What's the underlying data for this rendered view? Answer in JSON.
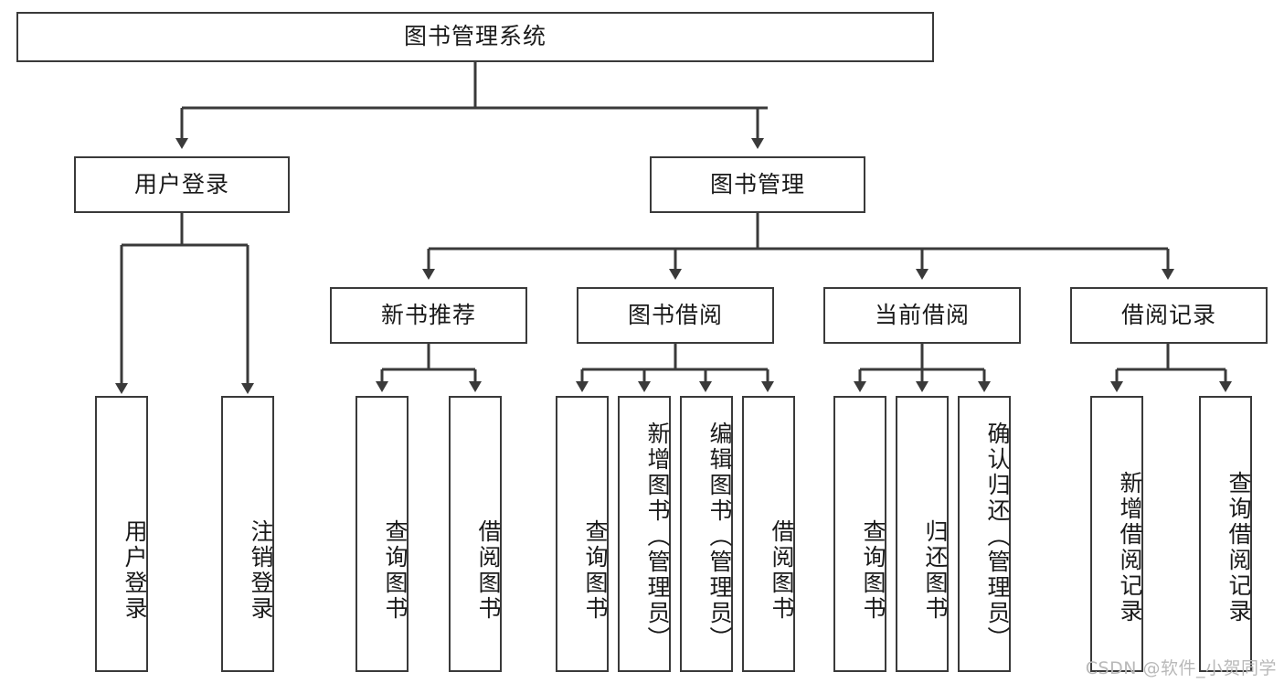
{
  "diagram": {
    "title": "图书管理系统",
    "type": "tree-hierarchy",
    "root": {
      "id": "root",
      "label": "图书管理系统"
    },
    "level2": [
      {
        "id": "user-login",
        "label": "用户登录"
      },
      {
        "id": "book-manage",
        "label": "图书管理"
      }
    ],
    "level3": [
      {
        "id": "new-book-rec",
        "label": "新书推荐",
        "parent": "book-manage"
      },
      {
        "id": "book-borrow",
        "label": "图书借阅",
        "parent": "book-manage"
      },
      {
        "id": "current-borrow",
        "label": "当前借阅",
        "parent": "book-manage"
      },
      {
        "id": "borrow-record",
        "label": "借阅记录",
        "parent": "book-manage"
      }
    ],
    "leaves": [
      {
        "id": "leaf-user-login",
        "label": "用户登录",
        "parent": "user-login"
      },
      {
        "id": "leaf-logout-login",
        "label": "注销登录",
        "parent": "user-login"
      },
      {
        "id": "leaf-query-book-1",
        "label": "查询图书",
        "parent": "new-book-rec"
      },
      {
        "id": "leaf-borrow-book-1",
        "label": "借阅图书",
        "parent": "new-book-rec"
      },
      {
        "id": "leaf-query-book-2",
        "label": "查询图书",
        "parent": "book-borrow"
      },
      {
        "id": "leaf-add-book",
        "label": "新增图书（管理员）",
        "parent": "book-borrow"
      },
      {
        "id": "leaf-edit-book",
        "label": "编辑图书（管理员）",
        "parent": "book-borrow"
      },
      {
        "id": "leaf-borrow-book-2",
        "label": "借阅图书",
        "parent": "book-borrow"
      },
      {
        "id": "leaf-query-book-3",
        "label": "查询图书",
        "parent": "current-borrow"
      },
      {
        "id": "leaf-return-book",
        "label": "归还图书",
        "parent": "current-borrow"
      },
      {
        "id": "leaf-confirm-return",
        "label": "确认归还（管理员）",
        "parent": "current-borrow"
      },
      {
        "id": "leaf-add-record",
        "label": "新增借阅记录",
        "parent": "borrow-record"
      },
      {
        "id": "leaf-query-record",
        "label": "查询借阅记录",
        "parent": "borrow-record"
      }
    ],
    "colors": {
      "box_border": "#3a3a3a",
      "box_fill": "#ffffff",
      "edge": "#3a3a3a",
      "text": "#1a1a1a",
      "watermark": "#b9b9b9"
    }
  },
  "watermark": {
    "text": "CSDN @软件_小贺同学"
  }
}
